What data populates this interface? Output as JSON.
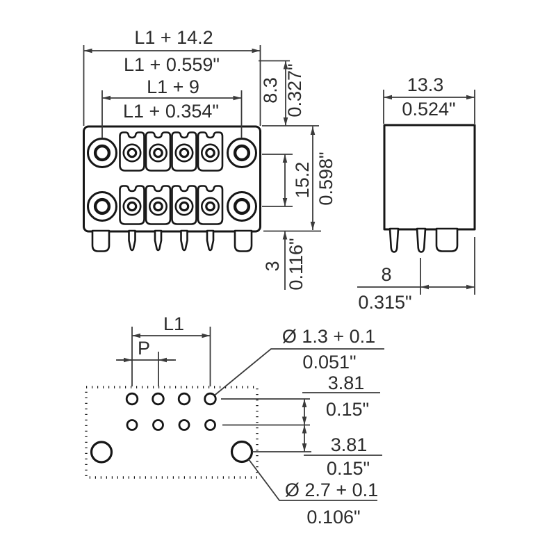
{
  "drawing_title": "connector-dimension-drawing",
  "colors": {
    "background": "#ffffff",
    "part_outline": "#161616",
    "dimension_line": "#3a3a3a",
    "text": "#2b2b2b"
  },
  "view_front": {
    "dim_overall_width_mm": "L1 + 14.2",
    "dim_overall_width_inch": "L1 + 0.559\"",
    "dim_inner_width_mm": "L1 + 9",
    "dim_inner_width_inch": "L1 + 0.354\"",
    "dim_top_offset_mm": "8.3",
    "dim_top_offset_inch": "0.327\"",
    "dim_row_spacing_mm": "15.2",
    "dim_row_spacing_inch": "0.598\"",
    "dim_pin_length_mm": "3",
    "dim_pin_length_inch": "0.116\""
  },
  "view_side": {
    "dim_depth_mm": "13.3",
    "dim_depth_inch": "0.524\"",
    "dim_pin_to_edge_mm": "8",
    "dim_pin_to_edge_inch": "0.315\""
  },
  "view_board": {
    "dim_length": "L1",
    "dim_pitch": "P",
    "dim_small_hole_mm": "Ø 1.3 + 0.1",
    "dim_small_hole_inch": "0.051\"",
    "dim_row_gap_1_mm": "3.81",
    "dim_row_gap_1_inch": "0.15\"",
    "dim_row_gap_2_mm": "3.81",
    "dim_row_gap_2_inch": "0.15\"",
    "dim_large_hole_mm": "Ø 2.7 + 0.1",
    "dim_large_hole_inch": "0.106\""
  }
}
